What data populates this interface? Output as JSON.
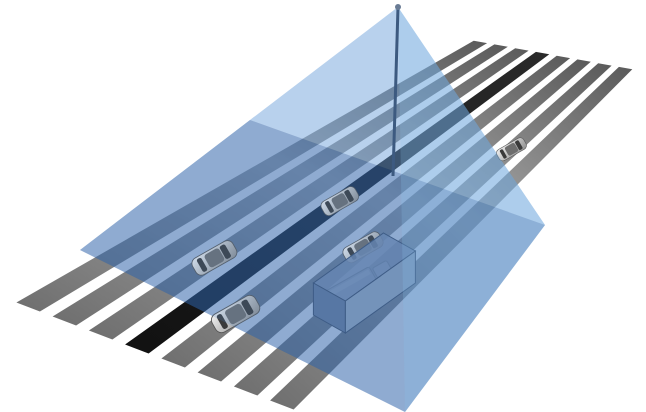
{
  "scene": {
    "background": "#ffffff",
    "colors": {
      "lane_light": "#9a9a9a",
      "lane_dark": "#1f1f1f",
      "stripe": "#ffffff",
      "coverage": "#6fa7de",
      "pole": "#3d5a80",
      "car_body": "#c9c9c9",
      "truck_body": "#7f96b6"
    },
    "road": {
      "lane_count": 8,
      "dark_lane_index": 3
    },
    "sensor": {
      "type": "pole-mounted-sensor"
    },
    "vehicles": [
      {
        "kind": "car",
        "lane": 6,
        "along": 0.74
      },
      {
        "kind": "car",
        "lane": 3,
        "along": 0.5
      },
      {
        "kind": "car",
        "lane": 5,
        "along": 0.41
      },
      {
        "kind": "car",
        "lane": 2,
        "along": 0.27
      },
      {
        "kind": "car",
        "lane": 4,
        "along": 0.16
      },
      {
        "kind": "truck",
        "lane": 6,
        "along": 0.3
      }
    ]
  }
}
